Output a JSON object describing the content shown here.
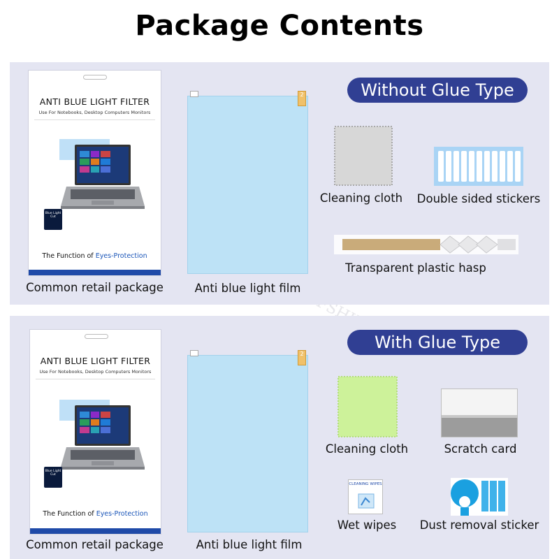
{
  "title": "Package Contents",
  "watermark": "GOFSHIELD",
  "package_art": {
    "heading": "ANTI BLUE LIGHT FILTER",
    "subheading": "Use For Notebooks, Desktop Computers Monitors",
    "function_prefix": "The Function of",
    "function_highlight": "Eyes-Protection",
    "badge": "Blue Light Cut"
  },
  "film_tab": "2",
  "without_glue": {
    "label": "Without Glue Type",
    "retail_package": "Common retail package",
    "film": "Anti blue light film",
    "cleaning_cloth": "Cleaning cloth",
    "stickers": "Double sided stickers",
    "hasp": "Transparent plastic hasp"
  },
  "with_glue": {
    "label": "With Glue Type",
    "retail_package": "Common retail package",
    "film": "Anti blue light film",
    "cleaning_cloth": "Cleaning cloth",
    "scratch_card": "Scratch card",
    "wet_wipes": "Wet wipes",
    "dust_sticker": "Dust removal sticker",
    "wipes_pack_text": "CLEANING WIPES"
  },
  "colors": {
    "panel": "#e4e5f2",
    "pill": "#303f93",
    "film": "#bde2f6",
    "gray_cloth": "#d7d7d7",
    "green_cloth": "#cdf29a",
    "package_bar": "#1f4aa8"
  }
}
